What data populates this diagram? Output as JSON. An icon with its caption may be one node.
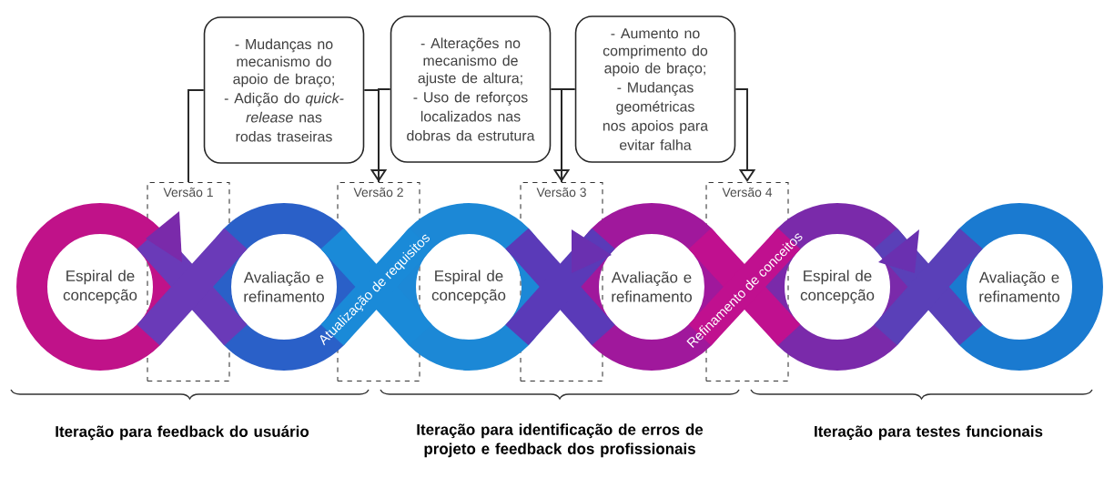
{
  "diagram": {
    "nodes": [
      {
        "text": [
          "- Mudanças no mecanismo do apoio de braço;",
          "- Adição do *quick-release* nas rodas traseiras"
        ]
      },
      {
        "text": [
          "- Alterações no mecanismo de ajuste de altura;",
          "- Uso de reforços localizados nas dobras da estrutura"
        ]
      },
      {
        "text": [
          "- Aumento no comprimento do apoio de braço;",
          "- Mudanças geométricas nos apoios para evitar falha"
        ]
      },
      {
        "text": [
          "Versão 1"
        ]
      },
      {
        "text": [
          "Versão 2"
        ]
      },
      {
        "text": [
          "Versão 3"
        ]
      },
      {
        "text": [
          "Versão 4"
        ]
      },
      {
        "text": [
          "Espiral de concepção"
        ]
      },
      {
        "text": [
          "Avaliação e refinamento"
        ]
      },
      {
        "text": [
          "Espiral de concepção"
        ]
      },
      {
        "text": [
          "Avaliação e refinamento"
        ]
      },
      {
        "text": [
          "Espiral de concepção"
        ]
      },
      {
        "text": [
          "Avaliação e refinamento"
        ]
      }
    ],
    "edges": [
      {
        "from": 3,
        "to": 0,
        "arrow": "none"
      },
      {
        "from": 0,
        "to": 4,
        "arrow": "to"
      },
      {
        "from": 4,
        "to": 1,
        "arrow": "none"
      },
      {
        "from": 1,
        "to": 5,
        "arrow": "to"
      },
      {
        "from": 5,
        "to": 2,
        "arrow": "none"
      },
      {
        "from": 2,
        "to": 6,
        "arrow": "to"
      }
    ],
    "labels": [
      "Atualização de requisitos",
      "Refinamento de conceitos",
      "Iteração para feedback do usuário",
      "Iteração para identificação de erros de projeto e feedback dos profissionais",
      "Iteração para testes funcionais"
    ]
  }
}
